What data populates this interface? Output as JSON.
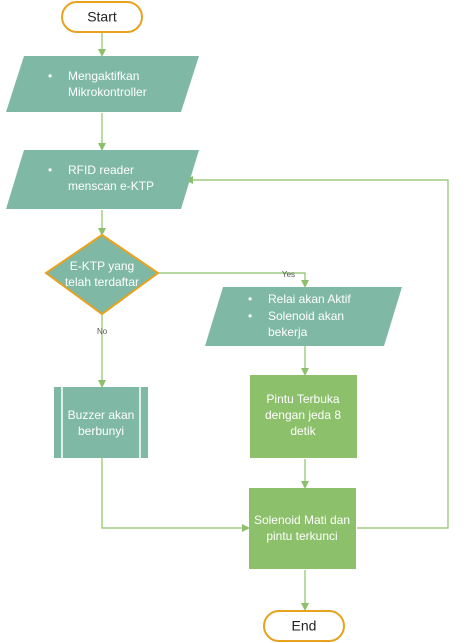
{
  "colors": {
    "teal": "#7fb9a5",
    "green": "#8cc06b",
    "terminal_border": "#e8a21e",
    "decision_border": "#e8a21e",
    "line": "#8cc06b",
    "text_white": "#ffffff"
  },
  "start": {
    "label": "Start"
  },
  "end": {
    "label": "End"
  },
  "input1": {
    "bullet": "•",
    "line1": "Mengaktifkan",
    "line2": "Mikrokontroller"
  },
  "input2": {
    "bullet": "•",
    "line1": "RFID reader",
    "line2": "menscan e-KTP"
  },
  "decision": {
    "line1": "E-KTP yang",
    "line2": "telah terdaftar"
  },
  "edge_labels": {
    "yes": "Yes",
    "no": "No"
  },
  "output1": {
    "bullet": "•",
    "item1": "Relai akan Aktif",
    "item2_line1": "Solenoid akan",
    "item2_line2": "bekerja"
  },
  "buzzer": {
    "line1": "Buzzer akan",
    "line2": "berbunyi"
  },
  "process1": {
    "line1": "Pintu Terbuka",
    "line2": "dengan jeda 8",
    "line3": "detik"
  },
  "process2": {
    "line1": "Solenoid Mati dan",
    "line2": "pintu terkunci"
  }
}
